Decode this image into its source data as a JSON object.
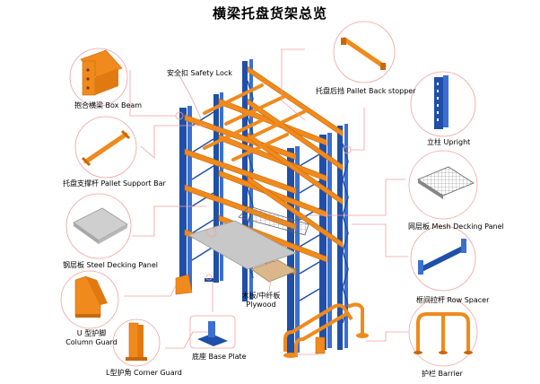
{
  "title": "横梁托盘货架总览",
  "colors": {
    "upright": "#1f4fa8",
    "upright_light": "#3b6fd0",
    "beam": "#f08a1c",
    "beam_dark": "#c9680a",
    "callout": "#f2a0a0",
    "panel": "#c8c8c8"
  },
  "labels": {
    "box_beam": "抱合横梁 Box Beam",
    "pallet_support_bar": "托盘支撑杆 Pallet Support Bar",
    "steel_decking_panel": "钢层板 Steel Decking Panel",
    "column_guard_cn": "U 型护脚",
    "column_guard_en": "Column Guard",
    "corner_guard": "L型护角 Corner Guard",
    "base_plate": "底座 Base Plate",
    "plywood_cn": "木板/中纤板",
    "plywood_en": "Plywood",
    "safety_lock": "安全扣 Safety Lock",
    "pallet_back_stopper": "托盘后挡 Pallet Back stopper",
    "upright": "立柱 Upright",
    "mesh_decking_panel": "网层板 Mesh Decking Panel",
    "row_spacer": "框间拉杆 Row Spacer",
    "barrier": "护栏 Barrier"
  },
  "icons": [
    "box-beam-icon",
    "pallet-support-bar-icon",
    "steel-decking-panel-icon",
    "column-guard-icon",
    "corner-guard-icon",
    "base-plate-icon",
    "pallet-back-stopper-icon",
    "upright-icon",
    "mesh-decking-panel-icon",
    "row-spacer-icon",
    "barrier-icon"
  ]
}
